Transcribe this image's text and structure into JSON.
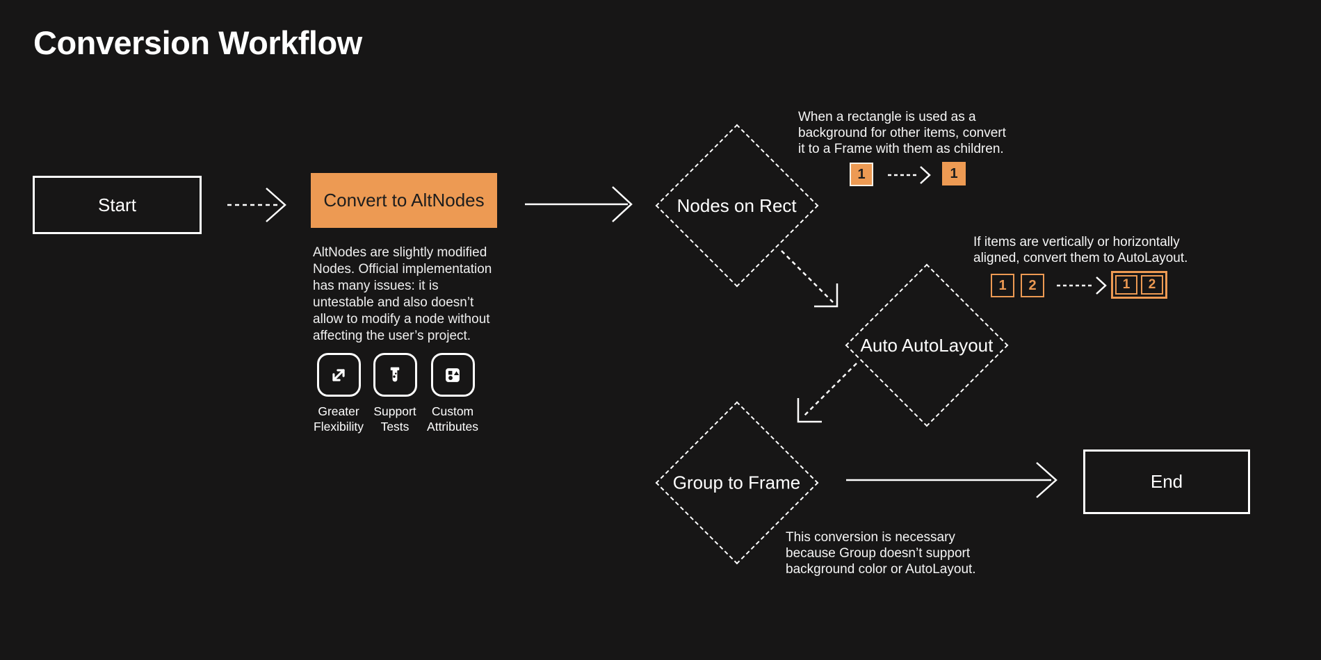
{
  "title": "Conversion Workflow",
  "colors": {
    "accent": "#ED9A53",
    "background": "#171616",
    "node_border": "#FFFFFF",
    "convert_text": "#1D1D1D"
  },
  "nodes": {
    "start": {
      "label": "Start"
    },
    "convert": {
      "label": "Convert to AltNodes"
    },
    "nodes_on_rect": {
      "label": "Nodes on Rect"
    },
    "auto_autolayout": {
      "label": "Auto AutoLayout"
    },
    "group_to_frame": {
      "label": "Group to Frame"
    },
    "end": {
      "label": "End"
    }
  },
  "convert_description": "AltNodes are slightly modified\nNodes. Official implementation\nhas many issues: it is\nuntestable and also doesn’t\nallow to modify a node without\naffecting the user’s project.",
  "features": [
    {
      "icon": "expand-arrows-icon",
      "label": "Greater\nFlexibility"
    },
    {
      "icon": "test-tube-icon",
      "label": "Support\nTests"
    },
    {
      "icon": "shapes-icon",
      "label": "Custom\nAttributes"
    }
  ],
  "annotations": {
    "nodes_on_rect": {
      "text": "When a rectangle is used as a\nbackground for other items, convert\nit to a Frame with them as children.",
      "before": [
        "1"
      ],
      "after": [
        "1"
      ]
    },
    "auto_autolayout": {
      "text": "If items are vertically or horizontally\naligned, convert them to AutoLayout.",
      "before": [
        "1",
        "2"
      ],
      "after": [
        "1",
        "2"
      ]
    },
    "group_to_frame": {
      "text": "This conversion is necessary\nbecause Group doesn’t support\nbackground color or AutoLayout."
    }
  }
}
